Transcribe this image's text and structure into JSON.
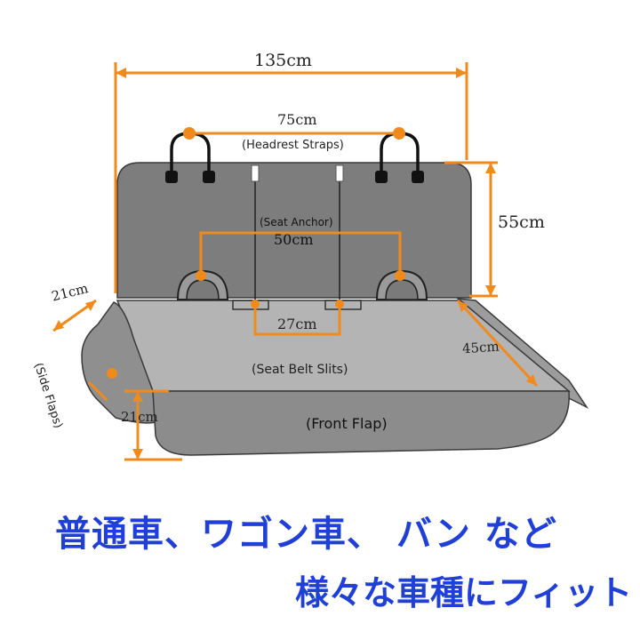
{
  "dimensions": {
    "total_width": "135cm",
    "headrest_span": "75cm",
    "back_height": "55cm",
    "anchor_span": "50cm",
    "slit_span": "27cm",
    "side_flap_width": "21cm",
    "front_flap_height": "21cm",
    "seat_depth": "45cm"
  },
  "labels": {
    "headrest_straps": "(Headrest Straps)",
    "seat_anchor": "(Seat Anchor)",
    "seat_belt_slits": "(Seat Belt Slits)",
    "front_flap": "(Front Flap)",
    "side_flaps": "(Side Flaps)"
  },
  "caption": {
    "line1": "普通車、ワゴン車、 バン など",
    "line2": "様々な車種にフィット"
  },
  "colors": {
    "accent": "#f08a1c",
    "back_fill": "#7d7d7d",
    "seat_fill": "#b4b4b4",
    "flap_fill": "#8f8f8f",
    "caption": "#1f3fd6"
  }
}
